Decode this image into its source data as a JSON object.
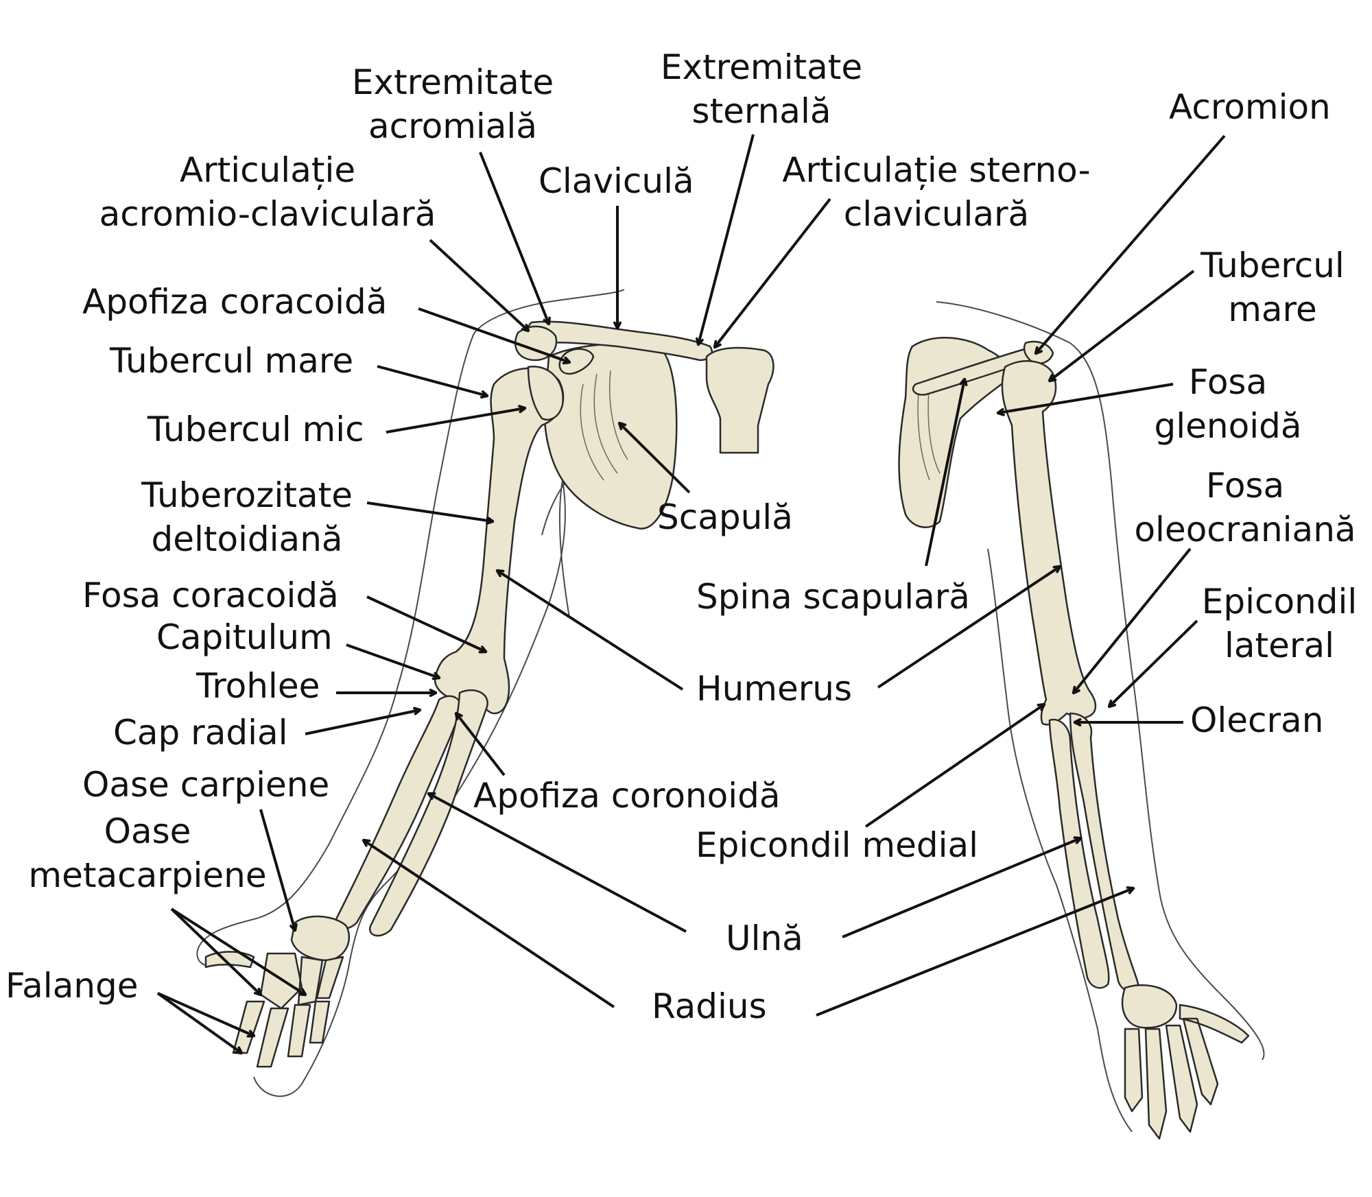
{
  "labels": {
    "extremitate_acromiala": [
      "Extremitate",
      "acromială"
    ],
    "extremitate_sternala": [
      "Extremitate",
      "sternală"
    ],
    "acromion_right": "Acromion",
    "articulatie_ac": [
      "Articulație",
      "acromio-claviculară"
    ],
    "clavicula": "Claviculă",
    "articulatie_sc": [
      "Articulație sterno-",
      "claviculară"
    ],
    "tubercul_mare_right": [
      "Tubercul",
      "mare"
    ],
    "apofiza_coracoida": "Apofiza coracoidă",
    "tubercul_mare_left": "Tubercul mare",
    "fosa_glenoida": [
      "Fosa",
      "glenoidă"
    ],
    "tubercul_mic": "Tubercul mic",
    "fosa_oleocraniana": [
      "Fosa",
      "oleocraniană"
    ],
    "tuberozitate": [
      "Tuberozitate",
      "deltoidiană"
    ],
    "scapula": "Scapulă",
    "fosa_coracoida": "Fosa coracoidă",
    "spina_scapulara": "Spina scapulară",
    "epicondil_lateral": [
      "Epicondil",
      "lateral"
    ],
    "capitulum": "Capitulum",
    "humerus": "Humerus",
    "trohlee": "Trohlee",
    "olecran": "Olecran",
    "cap_radial": "Cap radial",
    "oase_carpiene": "Oase carpiene",
    "apofiza_coronoida": "Apofiza coronoidă",
    "oase_metacarpiene": [
      "Oase",
      "metacarpiene"
    ],
    "epicondil_medial": "Epicondil medial",
    "ulna": "Ulnă",
    "falange": "Falange",
    "radius": "Radius"
  },
  "colors": {
    "bone_fill": "#ebe6cf",
    "outline": "#2a2a2a",
    "text": "#111111"
  }
}
